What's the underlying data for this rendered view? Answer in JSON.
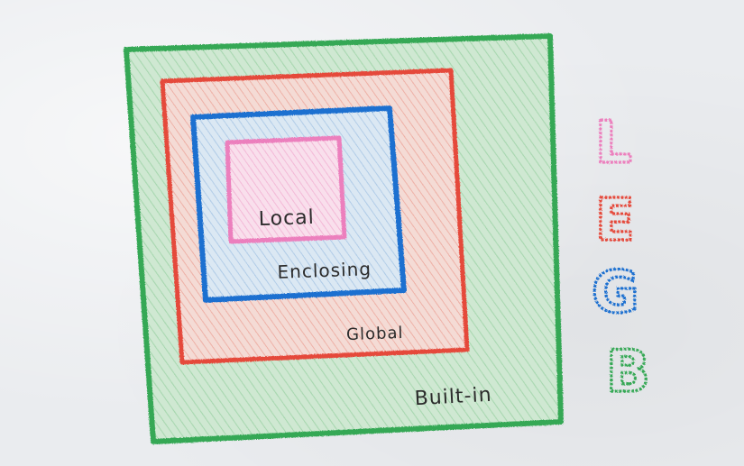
{
  "diagram": {
    "scopes": [
      {
        "key": "builtin",
        "label": "Built-in",
        "color": "#35a855",
        "fill": "#bfe2c4"
      },
      {
        "key": "global",
        "label": "Global",
        "color": "#e5483a",
        "fill": "#f2cfc7"
      },
      {
        "key": "enclosing",
        "label": "Enclosing",
        "color": "#1f6fd0",
        "fill": "#cfe0f0"
      },
      {
        "key": "local",
        "label": "Local",
        "color": "#ec7fbd",
        "fill": "#f8d6e7"
      }
    ],
    "legend": {
      "letters": [
        {
          "letter": "L",
          "color": "#ec7fbd"
        },
        {
          "letter": "E",
          "color": "#e5483a"
        },
        {
          "letter": "G",
          "color": "#1f6fd0"
        },
        {
          "letter": "B",
          "color": "#35a855"
        }
      ]
    },
    "texture": "crayon-hatching"
  }
}
